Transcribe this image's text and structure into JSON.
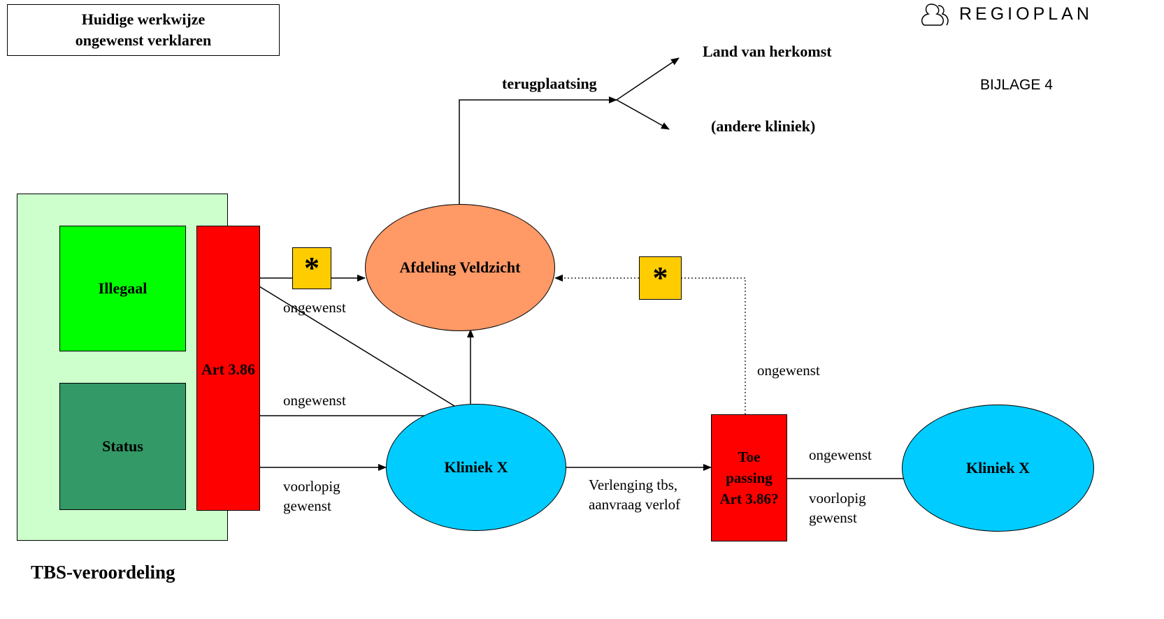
{
  "header": {
    "title_line1": "Huidige werkwijze",
    "title_line2": "ongewenst verklaren",
    "logo_text": "REGIOPLAN",
    "appendix_label": "BIJLAGE 4"
  },
  "nodes": {
    "illegaal": "Illegaal",
    "status": "Status",
    "art386": "Art 3.86",
    "afdeling_veldzicht": "Afdeling Veldzicht",
    "kliniek_x_1": "Kliniek X",
    "kliniek_x_2": "Kliniek X",
    "toepassing_line1": "Toe",
    "toepassing_line2": "passing",
    "toepassing_line3": "Art 3.86?",
    "land_van_herkomst": "Land van herkomst",
    "andere_kliniek": "(andere kliniek)",
    "tbs_veroordeling": "TBS-veroordeling"
  },
  "edge_labels": {
    "terugplaatsing": "terugplaatsing",
    "ongewenst_top": "ongewenst",
    "ongewenst_mid": "ongewenst",
    "voorlopig_gewenst_left_1": "voorlopig",
    "voorlopig_gewenst_left_2": "gewenst",
    "verlenging_1": "Verlenging tbs,",
    "verlenging_2": "aanvraag verlof",
    "ongewenst_right_vertical": "ongewenst",
    "ongewenst_right": "ongewenst",
    "voorlopig_gewenst_right_1": "voorlopig",
    "voorlopig_gewenst_right_2": "gewenst"
  },
  "markers": {
    "star_symbol": "*"
  },
  "colors": {
    "tbs_panel": "#ccffcc",
    "illegaal": "#00ff00",
    "status": "#339966",
    "art386": "#ff0000",
    "veldzicht": "#ff9966",
    "kliniek": "#00ccff",
    "star_box": "#ffcc00"
  }
}
